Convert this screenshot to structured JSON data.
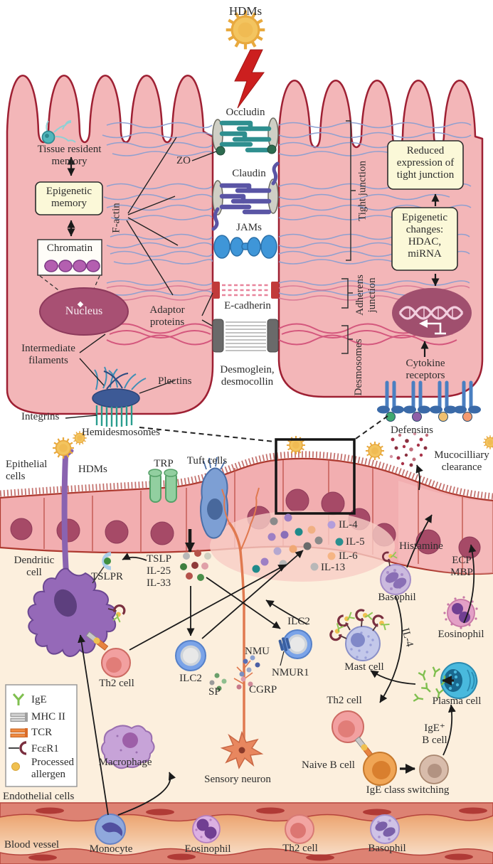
{
  "top": {
    "hdms": "HDMs",
    "occludin": "Occludin",
    "zo": "ZO",
    "claudin": "Claudin",
    "jams": "JAMs",
    "e_cadherin": "E-cadherin",
    "desmoglein": "Desmoglein,\ndesmocollin",
    "f_actin": "F-actin",
    "adaptor_proteins": "Adaptor\nproteins",
    "tissue_resident_memory": "Tissue resident\nmemory",
    "epigenetic_memory": "Epigenetic\nmemory",
    "chromatin": "Chromatin",
    "nucleus": "Nucleus",
    "intermediate_filaments": "Intermediate\nfilaments",
    "plectins": "Plectins",
    "integrins": "Integrins",
    "hemidesmosomes": "Hemidesmosomes",
    "tight_junction": "Tight junction",
    "adherens_junction": "Adherens\njunction",
    "desmosomes": "Desmosomes",
    "reduced_expression": "Reduced\nexpression of\ntight junction",
    "epigenetic_changes": "Epigenetic\nchanges:\nHDAC,\nmiRNA",
    "cytokine_receptors": "Cytokine\nreceptors",
    "defensins": "Defensins"
  },
  "lower": {
    "epithelial_cells": "Epithelial\ncells",
    "hdms": "HDMs",
    "trp": "TRP",
    "tuft_cells": "Tuft cells",
    "mucocilliary_clearance": "Mucocilliary\nclearance",
    "il4": "IL-4",
    "il5": "IL-5",
    "il6": "IL-6",
    "il13": "IL-13",
    "histamine": "Histamine",
    "ecp_mbp": "ECP\nMBP",
    "basophil": "Basophil",
    "eosinophil": "Eosinophil",
    "dendritic_cell": "Dendritic\ncell",
    "tslpr": "TSLPR",
    "alarmins": "TSLP\nIL-25\nIL-33",
    "ilc2": "ILC2",
    "nmu": "NMU",
    "nmur1": "NMUR1",
    "sp": "SP",
    "cgrp": "CGRP",
    "th2_cell": "Th2 cell",
    "mast_cell": "Mast cell",
    "il4_signal": "IL-4",
    "plasma_cell": "Plasma cell",
    "ige_b_cell": "IgE⁺\nB cell",
    "naive_b_cell": "Naive B cell",
    "ige_class_switching": "IgE class switching",
    "macrophage": "Macrophage",
    "sensory_neuron": "Sensory neuron"
  },
  "legend": {
    "ige": "IgE",
    "mhc_ii": "MHC II",
    "tcr": "TCR",
    "fcer1": "FcεR1",
    "processed_allergen": "Processed\nallergen"
  },
  "vessel": {
    "endothelial_cells": "Endothelial cells",
    "blood_vessel": "Blood vessel",
    "monocyte": "Monocyte",
    "eosinophil": "Eosinophil",
    "th2_cell": "Th2 cell",
    "basophil": "Basophil"
  },
  "colors": {
    "epithelium": "#f3b6b8",
    "membrane": "#9e2033",
    "lower_bg": "#fcefdd",
    "note_box": "#fbf8d8",
    "allergen": "#f3c45f",
    "lightning": "#cc1f1f",
    "occludin": "#2f8f8f",
    "claudin": "#5a55a5",
    "jams": "#3f96d8",
    "e_cadherin": "#c13a3a",
    "desmosome": "#6a6a6a",
    "f_actin": "#8b9fd1",
    "intermediate_filament": "#d4577d",
    "nucleus": "#a85073",
    "vessel": "#dd8273"
  }
}
